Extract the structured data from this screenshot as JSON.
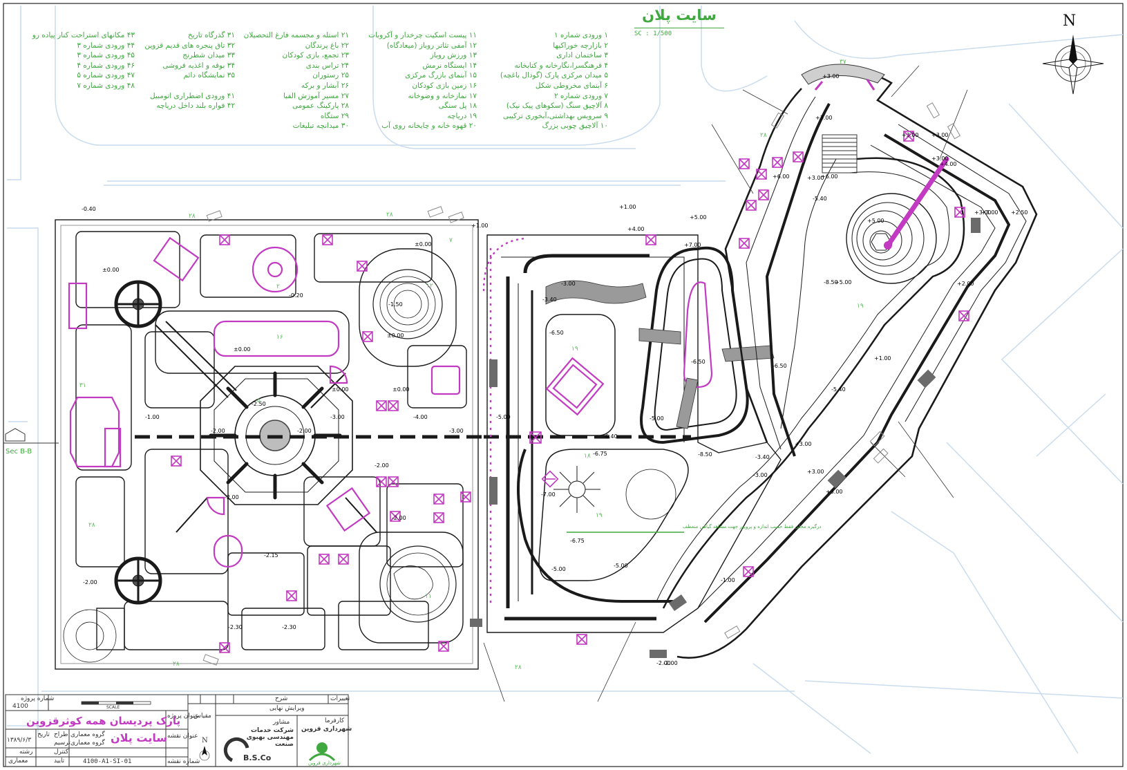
{
  "sheet": {
    "plan_title": "سایت پلان",
    "scale": "SC : 1/500",
    "north": "N",
    "section_label": "Sec B-B"
  },
  "legend_cols": [
    [
      "۱ ورودی شماره ۱",
      "۲ بازارچه خوراکیها",
      "۳ ساختمان اداری",
      "۴ فرهنگسرا،نگارخانه و کتابخانه",
      "۵ میدان مرکزی پارک (گودال باغچه)",
      "۶ آبنمای مخروطی شکل",
      "۷ ورودی شماره ۲",
      "۸ آلاچیق سنگ (سکوهای پیک نیک)",
      "۹ سرویس بهداشتی،آبخوری ترکیبی",
      "۱۰ آلاچیق چوبی بزرگ"
    ],
    [
      "۱۱ پیست اسکیت چرخدار و آکروبات",
      "۱۲ آمفی تئاتر روباز (میعادگاه)",
      "۱۳ ورزش روباز",
      "۱۴ ایستگاه نرمش",
      "۱۵ آبنمای بازرگ مرکزی",
      "۱۶ زمین بازی کودکان",
      "۱۷ نمازخانه و وضوخانه",
      "۱۸ پل سنگی",
      "۱۹ دریاچه",
      "۲۰ قهوه خانه و چایخانه روی آب"
    ],
    [
      "۲۱ استله و مجسمه فارغ التحصیلان",
      "۲۲ باغ پرندگان",
      "۲۳ تجمع، بازی کودکان",
      "۲۴ تراس بندی",
      "۲۵ رستوران",
      "۲۶ آبشار و برکه",
      "۲۷ مسیر آموزش الفبا",
      "۲۸ پارکینگ عمومی",
      "۲۹ ستگاه",
      "۳۰ میدانچه تبلیغات"
    ],
    [
      "۳۱ گذرگاه تاریخ",
      "۳۲ تاق پنجره های قدیم قزوین",
      "۳۳ میدان شطرنج",
      "۳۴ بوفه و اغذیه فروشی",
      "۳۵ نمایشگاه دائم",
      "",
      "۴۱ ورودی اضطراری اتومبیل",
      "۴۲ فواره بلند داخل دریاچه"
    ],
    [
      "۴۳ مکانهای استراحت کنار پیاده رو",
      "۴۴ ورودی شماره ۳",
      "۴۵ ورودی شماره ۳",
      "۴۶ ورودی شماره ۴",
      "۴۷ ورودی شماره ۵",
      "۴۸ ورودی شماره ۷"
    ]
  ],
  "levels": [
    "-0.40",
    "±0.00",
    "-0.20",
    "±0.00",
    "±0.00",
    "±0.00",
    "±0.00",
    "-1.50",
    "-2.50",
    "-2.00",
    "-3.00",
    "-4.00",
    "-5.00",
    "-1.00",
    "-2.00",
    "-2.00",
    "-2.00",
    "-2.15",
    "-2.30",
    "-2.30",
    "-2.00",
    "-2.00",
    "-3.00",
    "±0.00",
    "+1.00",
    "+1.00",
    "+4.00",
    "+5.00",
    "+7.00",
    "-3.00",
    "-3.40",
    "-6.50",
    "-5.00",
    "-6.40",
    "-6.75",
    "-7.00",
    "-6.75",
    "-5.00",
    "-5.00",
    "+3.00",
    "+3.00",
    "+3.00",
    "+3.00",
    "+3.00",
    "+3.00",
    "+5.00",
    "+5.00",
    "+6.00",
    "+6.00",
    "-6.50",
    "+4.00",
    "+3.00",
    "+2.50",
    "-3.00",
    "-6.50",
    "-1.00",
    "-2.00",
    "+3.00",
    "-5.40",
    "-8.50",
    "+3.00",
    "+1.00",
    "-5.40",
    "-3.40",
    "-8.50",
    "+2.00",
    "+3.00",
    "+3.00",
    "-2.00"
  ],
  "note": "درگیره محلی فقط حسب اندازه و پروپور جهت مشاهد گیاهی منعطف",
  "title_block": {
    "project_no_label": "شماره پروژه",
    "project_no": "4100",
    "project_label": "عنوان پروژه",
    "project_title": "پارک پردیسان همه کوثرقزوین",
    "sheet_label": "عنوان نقشه",
    "sheet_title": "سایت پلان",
    "drawing_no_label": "شماره نقشه",
    "drawing_no": "4100-A1-SI-01",
    "date_label": "تاریخ",
    "date": "۱۳۸۹/۶/۳",
    "design_label": "طراح",
    "design_by": "گروه معماری",
    "drawn_label": "ترسیم",
    "drawn_by": "گروه معماری",
    "check_label": "کنترل",
    "approve_label": "تایید",
    "discipline_label": "رشته",
    "discipline": "معماری",
    "scale_label": "مقیاس",
    "revisions_label": "تغییرات",
    "desc_label": "شرح",
    "revision_1": "ویرایش نهایی",
    "client_label": "کارفرما",
    "client": "شهرداری قزوین",
    "consultant_label": "مشاور",
    "consultant": "شرکت خدمات مهندسی بهبوی صنعت",
    "consultant_logo": "B.S.Co",
    "client_logo": "شهرداری قزوین",
    "north_small": "N",
    "scalebar_unit": "SCALE"
  },
  "colors": {
    "line": "#1a1a1a",
    "gray": "#9a9a9a",
    "blue": "#c9dcee",
    "magenta": "#c23ac2",
    "green": "#3fa93f",
    "hatch": "#6b6b6b"
  }
}
